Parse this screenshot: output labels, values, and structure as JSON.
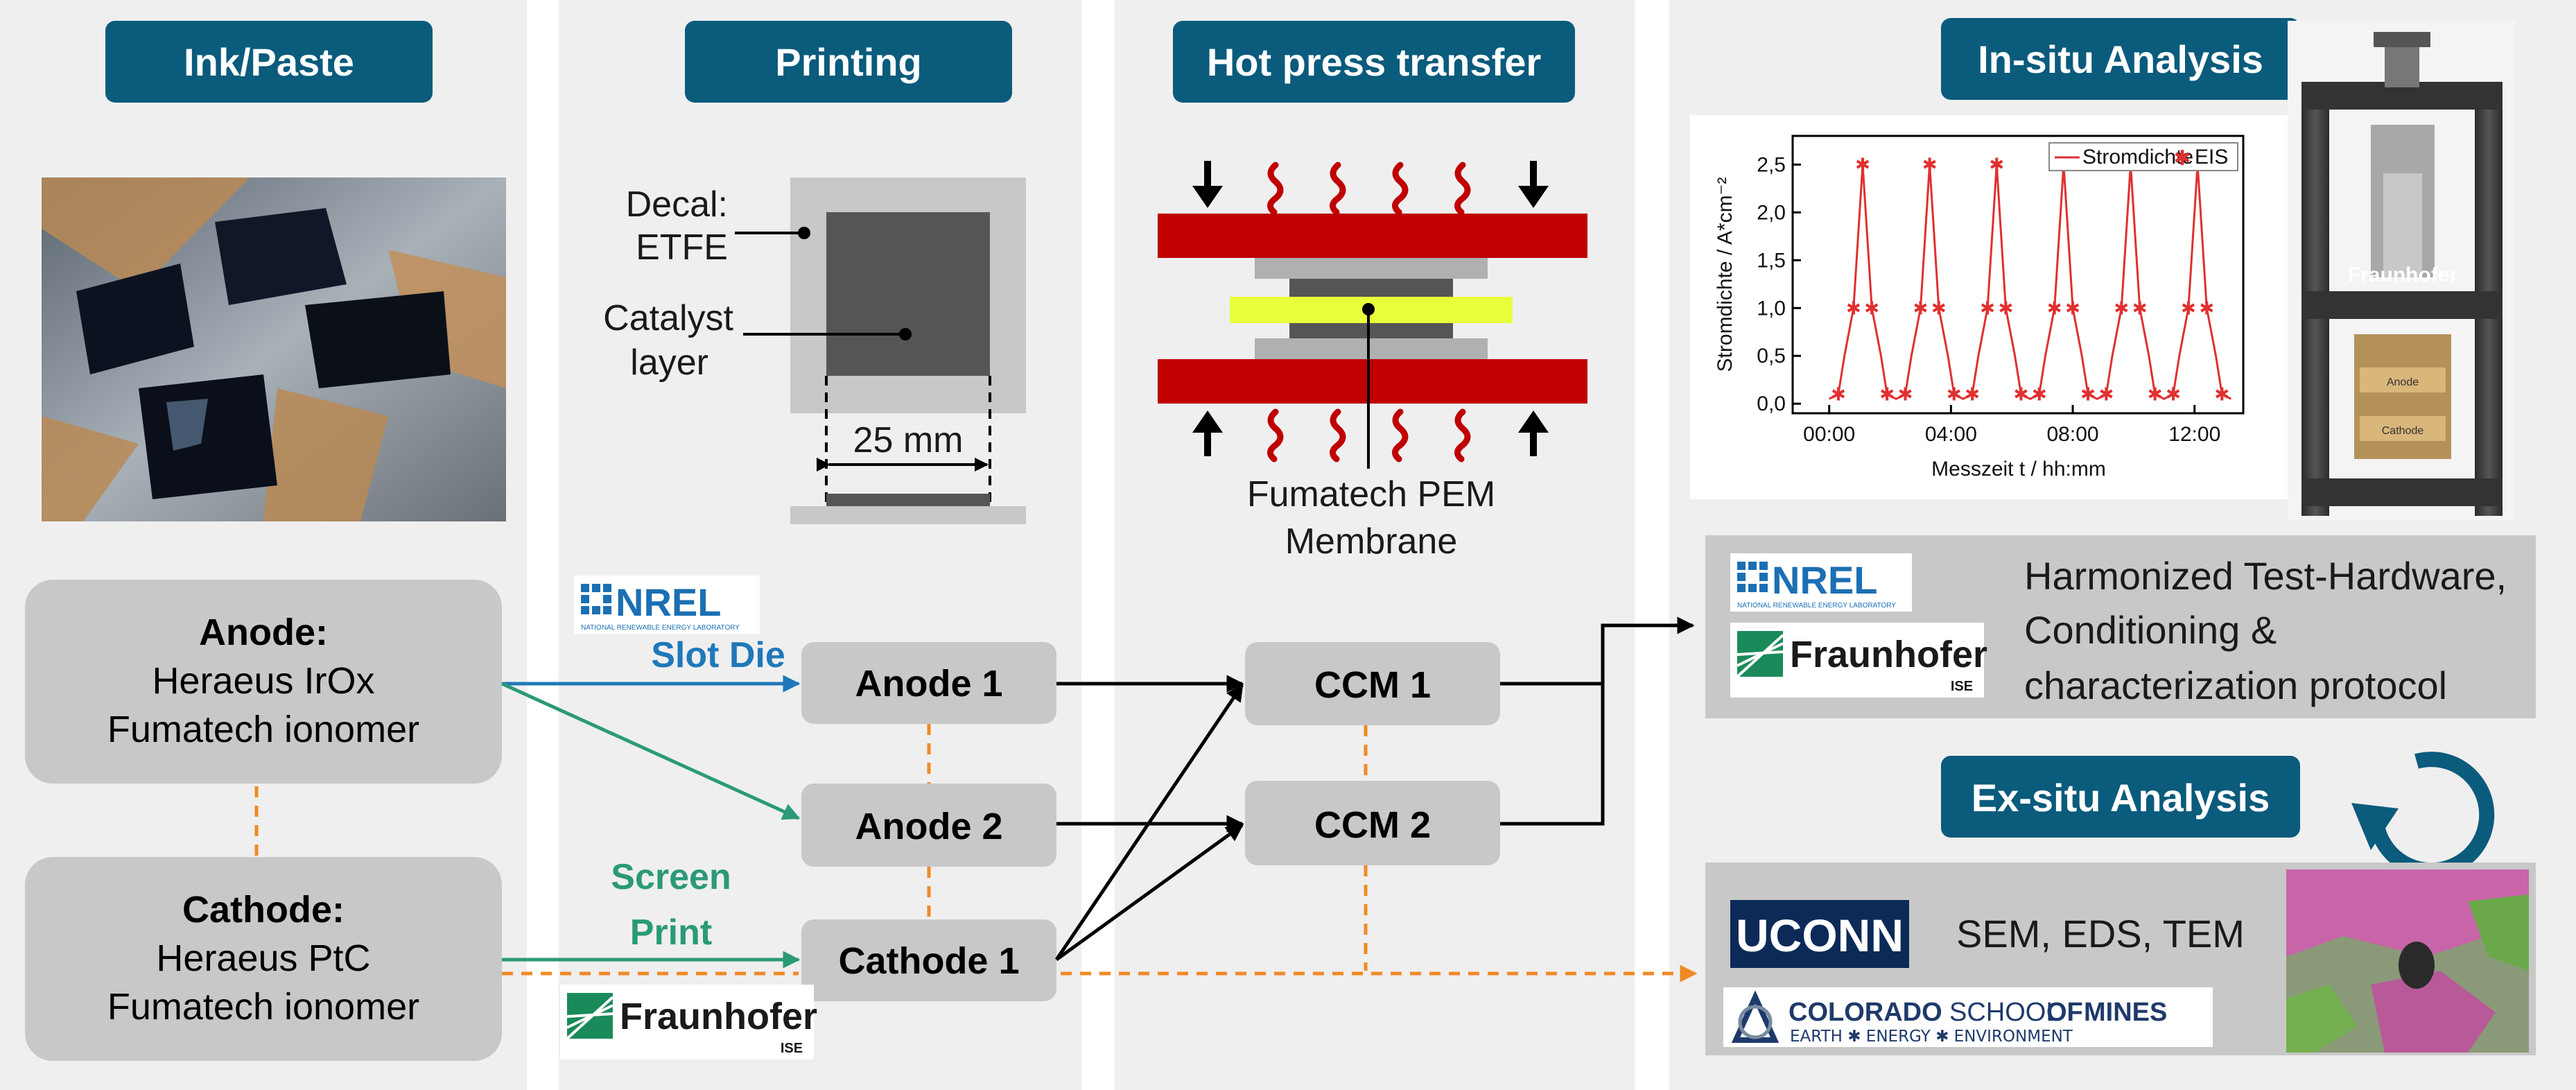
{
  "headers": {
    "ink": "Ink/Paste",
    "printing": "Printing",
    "hotpress": "Hot press transfer",
    "insitu": "In-situ Analysis",
    "exsitu": "Ex-situ Analysis"
  },
  "printing_diagram": {
    "decal_line1": "Decal:",
    "decal_line2": "ETFE",
    "catalyst_line1": "Catalyst",
    "catalyst_line2": "layer",
    "dimension": "25 mm"
  },
  "hotpress_diagram": {
    "membrane_line1": "Fumatech PEM",
    "membrane_line2": "Membrane"
  },
  "materials": {
    "anode_title": "Anode:",
    "anode_line1": "Heraeus IrOx",
    "anode_line2": "Fumatech ionomer",
    "cathode_title": "Cathode:",
    "cathode_line1": "Heraeus PtC",
    "cathode_line2": "Fumatech ionomer"
  },
  "methods": {
    "slot_die": "Slot Die",
    "screen_line1": "Screen",
    "screen_line2": "Print"
  },
  "nodes": {
    "anode1": "Anode 1",
    "anode2": "Anode 2",
    "cathode1": "Cathode 1",
    "ccm1": "CCM 1",
    "ccm2": "CCM 2"
  },
  "logos": {
    "nrel": "NREL",
    "nrel_sub": "NATIONAL RENEWABLE ENERGY LABORATORY",
    "fraunhofer": "Fraunhofer",
    "fraunhofer_sub": "ISE",
    "hardware_fraunhofer": "Fraunhofer",
    "hardware_fraunhofer_sub": "ISE",
    "uconn": "UCONN",
    "mines_colorado": "COLORADO",
    "mines_school": "SCHOOL",
    "mines_of": "OF",
    "mines_mines": "MINES",
    "mines_sub": "EARTH ✱ ENERGY ✱ ENVIRONMENT"
  },
  "harmonized": {
    "line1": "Harmonized Test-Hardware,",
    "line2": "Conditioning &",
    "line3": "characterization protocol"
  },
  "exsitu_text": "SEM, EDS, TEM",
  "photo_cell": {
    "lines": [
      "Anode",
      "Cathode"
    ]
  },
  "colors": {
    "header": "#0a5b7c",
    "panel": "#efefef",
    "box": "#c8c8c8",
    "blue_arrow": "#1f78b9",
    "green_arrow": "#2a9a78",
    "orange_dash": "#f08a24",
    "press_plate": "#c00000",
    "membrane": "#e8ff3c",
    "series_red": "#e03030"
  },
  "chart_data": {
    "type": "line",
    "title": "",
    "xlabel": "Messzeit t / hh:mm",
    "ylabel": "Stromdichte / A*cm⁻²",
    "xlim": [
      -1.2,
      13.6
    ],
    "ylim": [
      -0.1,
      2.8
    ],
    "xticks": [
      0,
      4,
      8,
      12
    ],
    "xtick_labels": [
      "00:00",
      "04:00",
      "08:00",
      "12:00"
    ],
    "yticks": [
      0.0,
      0.5,
      1.0,
      1.5,
      2.0,
      2.5
    ],
    "ytick_labels": [
      "0,0",
      "0,5",
      "1,0",
      "1,5",
      "2,0",
      "2,5"
    ],
    "legend_position": "top-right",
    "cycles": 6,
    "cycle_period_h": 2.2,
    "series": [
      {
        "name": "Stromdichte",
        "style": "line",
        "x": [
          0.0,
          0.3,
          0.5,
          0.8,
          1.0,
          1.1,
          1.2,
          1.4,
          1.7,
          1.9,
          2.2,
          2.5,
          2.7,
          3.0,
          3.2,
          3.3,
          3.4,
          3.6,
          3.9,
          4.1,
          4.4,
          4.7,
          4.9,
          5.2,
          5.4,
          5.5,
          5.6,
          5.8,
          6.1,
          6.3,
          6.6,
          6.9,
          7.1,
          7.4,
          7.6,
          7.7,
          7.8,
          8.0,
          8.3,
          8.5,
          8.8,
          9.1,
          9.3,
          9.6,
          9.8,
          9.9,
          10.0,
          10.2,
          10.5,
          10.7,
          11.0,
          11.3,
          11.5,
          11.8,
          12.0,
          12.1,
          12.2,
          12.4,
          12.7,
          12.9,
          13.2
        ],
        "y": [
          0.05,
          0.1,
          0.5,
          1.0,
          2.0,
          2.5,
          2.0,
          1.0,
          0.5,
          0.1,
          0.05,
          0.1,
          0.5,
          1.0,
          2.0,
          2.5,
          2.0,
          1.0,
          0.5,
          0.1,
          0.05,
          0.1,
          0.5,
          1.0,
          2.0,
          2.5,
          2.0,
          1.0,
          0.5,
          0.1,
          0.05,
          0.1,
          0.5,
          1.0,
          2.0,
          2.5,
          2.0,
          1.0,
          0.5,
          0.1,
          0.05,
          0.1,
          0.5,
          1.0,
          2.0,
          2.5,
          2.0,
          1.0,
          0.5,
          0.1,
          0.05,
          0.1,
          0.5,
          1.0,
          2.0,
          2.5,
          2.0,
          1.0,
          0.5,
          0.1,
          0.05
        ]
      },
      {
        "name": "EIS",
        "style": "marker",
        "x": [
          0.3,
          0.8,
          1.1,
          1.4,
          1.9,
          2.5,
          3.0,
          3.3,
          3.6,
          4.1,
          4.7,
          5.2,
          5.5,
          5.8,
          6.3,
          6.9,
          7.4,
          7.7,
          8.0,
          8.5,
          9.1,
          9.6,
          9.9,
          10.2,
          10.7,
          11.3,
          11.8,
          12.1,
          12.4,
          12.9
        ],
        "y": [
          0.1,
          1.0,
          2.5,
          1.0,
          0.1,
          0.1,
          1.0,
          2.5,
          1.0,
          0.1,
          0.1,
          1.0,
          2.5,
          1.0,
          0.1,
          0.1,
          1.0,
          2.5,
          1.0,
          0.1,
          0.1,
          1.0,
          2.5,
          1.0,
          0.1,
          0.1,
          1.0,
          2.5,
          1.0,
          0.1
        ]
      }
    ]
  }
}
